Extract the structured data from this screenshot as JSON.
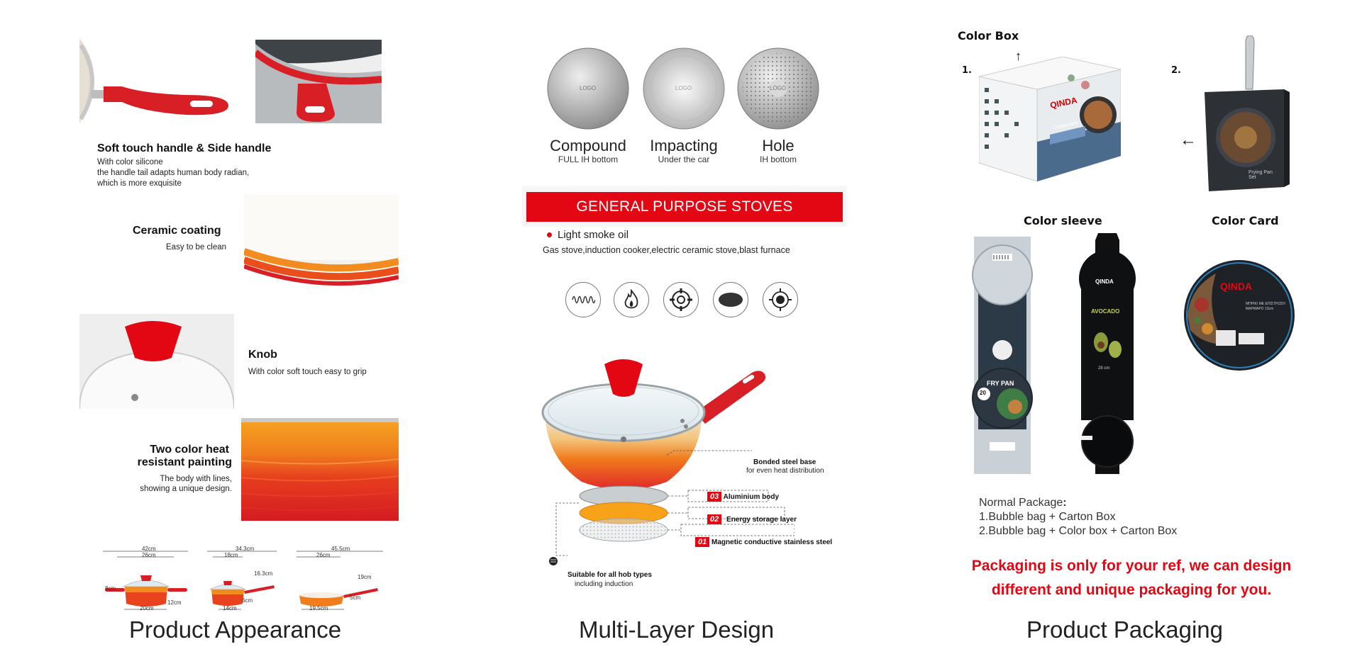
{
  "appearance": {
    "feature1": {
      "title": "Soft touch handle & Side handle",
      "lines": [
        "With color silicone",
        "the handle tail adapts human body radian,",
        "which is more exquisite"
      ]
    },
    "feature2": {
      "title": "Ceramic coating",
      "sub": "Easy to be clean"
    },
    "feature3": {
      "title": "Knob",
      "sub": "With color soft touch easy to grip"
    },
    "feature4": {
      "title_line1": "Two color heat",
      "title_line2": "resistant painting",
      "sub_line1": "The body with lines,",
      "sub_line2": "showing a unique design."
    },
    "dimensions": {
      "pot": {
        "top": "42cm",
        "inner": "26cm",
        "side": "8cm",
        "bottom": "20cm",
        "height": "12cm"
      },
      "saucepan": {
        "top": "34.3cm",
        "inner": "18cm",
        "handle": "16.3cm",
        "bottom": "14cm",
        "height": "6cm"
      },
      "frypan": {
        "top": "45.5cm",
        "inner": "26cm",
        "handle": "19cm",
        "bottom": "19.5cm",
        "height": "5cm"
      }
    },
    "caption": "Product Appearance"
  },
  "multilayer": {
    "discs": [
      {
        "name": "Compound",
        "sub": "FULL IH bottom",
        "logo": "LOGO"
      },
      {
        "name": "Impacting",
        "sub": "Under the car",
        "logo": "LOGO"
      },
      {
        "name": "Hole",
        "sub": "IH bottom",
        "logo": "LOGO"
      }
    ],
    "banner": "GENERAL PURPOSE STOVES",
    "bullet": "Light smoke oil",
    "stoves_line": "Gas stove,induction cooker,electric ceramic stove,blast furnace",
    "stove_icons": [
      "coil-stove-icon",
      "gas-flame-icon",
      "gas-burner-icon",
      "ceramic-hob-icon",
      "induction-hob-icon"
    ],
    "base_label_1": "Bonded steel base",
    "base_label_2": "for even heat distribution",
    "layers": [
      {
        "num": "03",
        "label": "Aluminium body"
      },
      {
        "num": "02",
        "label": "Energy storage layer"
      },
      {
        "num": "01",
        "label": "Magnetic conductive stainless steel"
      }
    ],
    "hob_label_1": "Suitable for all hob types",
    "hob_label_2": "including induction",
    "caption": "Multi-Layer Design"
  },
  "packaging": {
    "color_box": "Color Box",
    "step1": "1.",
    "step2": "2.",
    "brand": "QINDA",
    "box_label": "Cookware",
    "sleeve_box_label": "Frying Pan Set",
    "color_sleeve": "Color sleeve",
    "color_card": "Color Card",
    "sleeve1_label": "FRY PAN",
    "sleeve1_size": "20",
    "sleeve2_label": "AVOCADO",
    "sleeve2_size": "28 cm",
    "card_text": "ΜΠΡΙΚΙ ΜΕ ΕΠΙΣΤΡΩΣΗ ΜΑΡΜΑΡΟ 13cm",
    "normal_title": "Normal Package",
    "normal_colon": ":",
    "opt1": "1.Bubble bag + Carton Box",
    "opt2": "2.Bubble bag + Color box + Carton Box",
    "note_line1": "Packaging is only for your ref, we can design",
    "note_line2": "different and unique packaging for you.",
    "caption": "Product Packaging"
  },
  "colors": {
    "accent_red": "#e30613",
    "pan_orange": "#f28c1e",
    "handle_red": "#d91f26"
  }
}
